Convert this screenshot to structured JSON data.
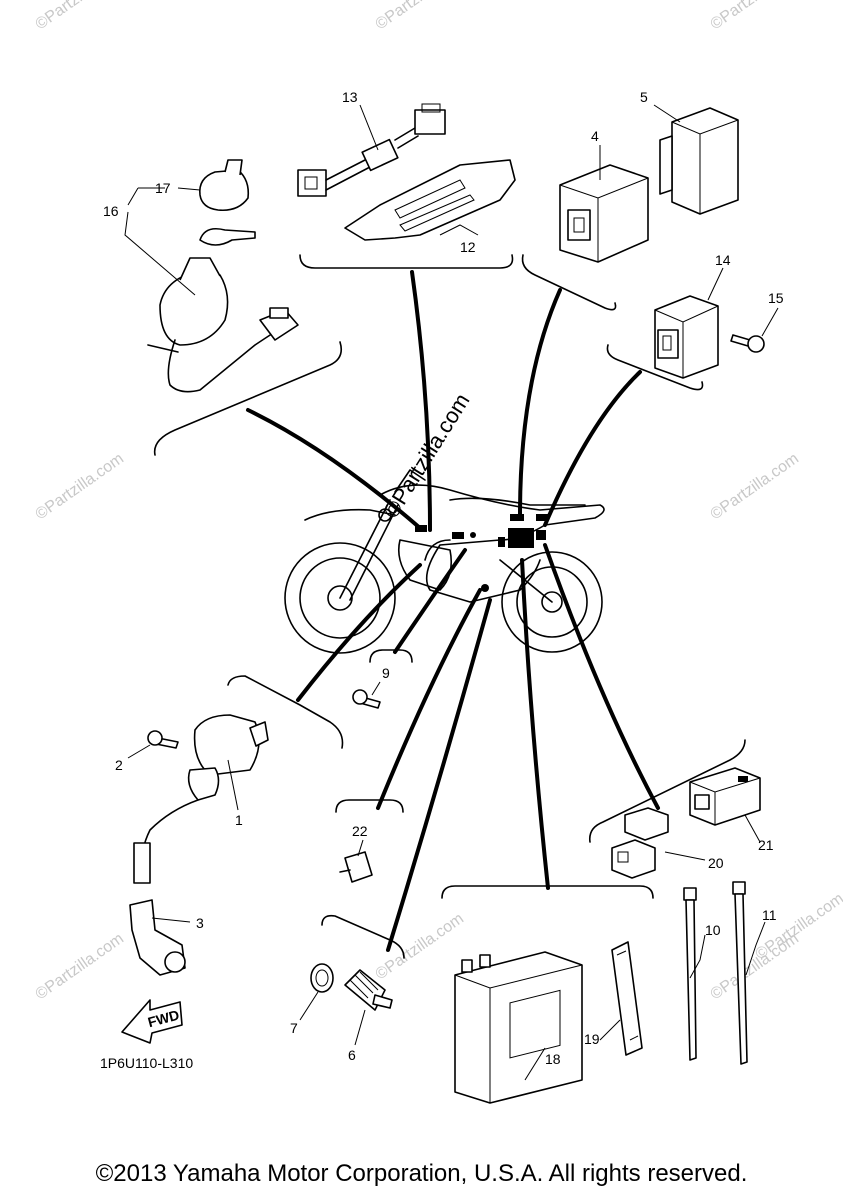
{
  "watermark": {
    "text": "©Partzilla.com"
  },
  "diagram_code": "1P6U110-L310",
  "fwd_label": "FWD",
  "copyright": "©2013 Yamaha Motor Corporation, U.S.A. All rights reserved.",
  "callouts": {
    "p1": "1",
    "p2": "2",
    "p3": "3",
    "p4": "4",
    "p5": "5",
    "p6": "6",
    "p7": "7",
    "p9": "9",
    "p10": "10",
    "p11": "11",
    "p12": "12",
    "p13": "13",
    "p14": "14",
    "p15": "15",
    "p16": "16",
    "p17": "17",
    "p18": "18",
    "p19": "19",
    "p20": "20",
    "p21": "21",
    "p22": "22"
  }
}
